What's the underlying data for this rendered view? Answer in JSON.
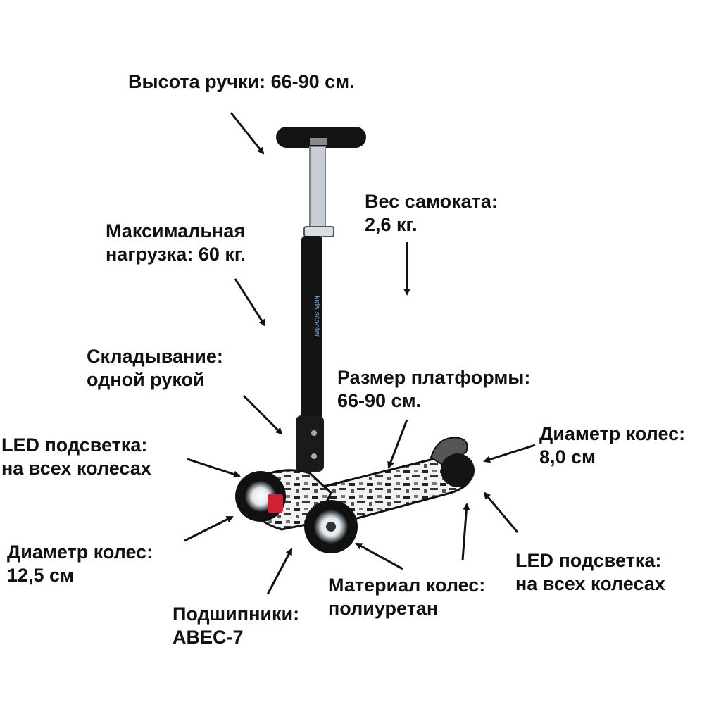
{
  "colors": {
    "text": "#111111",
    "scooter_frame": "#111111",
    "stem": "#c8cdd2",
    "clamp_accent": "#d22033",
    "wheel_glow": "#ffffff"
  },
  "labels": {
    "handle_height": [
      "Высота ручки: 66-90 см."
    ],
    "scooter_weight": [
      "Вес самоката:",
      "2,6 кг."
    ],
    "max_load": [
      "Максимальная",
      "нагрузка: 60 кг."
    ],
    "folding": [
      "Складывание:",
      "одной рукой"
    ],
    "platform_size": [
      "Размер платформы:",
      "66-90 см."
    ],
    "led_left": [
      "LED подсветка:",
      "на всех колесах"
    ],
    "rear_wheel_diameter": [
      "Диаметр колес:",
      "8,0 см"
    ],
    "front_wheel_diameter": [
      "Диаметр колес:",
      "12,5 см"
    ],
    "bearings": [
      "Подшипники:",
      "ABEC-7"
    ],
    "wheel_material": [
      "Материал колес:",
      "полиуретан"
    ],
    "led_right": [
      "LED подсветка:",
      "на всех колесах"
    ]
  },
  "icons": {
    "scooter": "kick-scooter-illustration",
    "arrow": "arrow-pointer-icon"
  }
}
